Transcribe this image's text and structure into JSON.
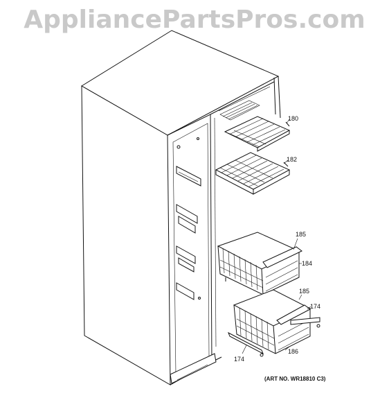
{
  "watermark": "AppliancePartsPros.com",
  "art_number": "(ART NO. WR18810 C3)",
  "callouts": {
    "c180": "180",
    "c182": "182",
    "c185a": "185",
    "c184": "184",
    "c185b": "185",
    "c174a": "174",
    "c174b": "174",
    "c186": "186"
  }
}
